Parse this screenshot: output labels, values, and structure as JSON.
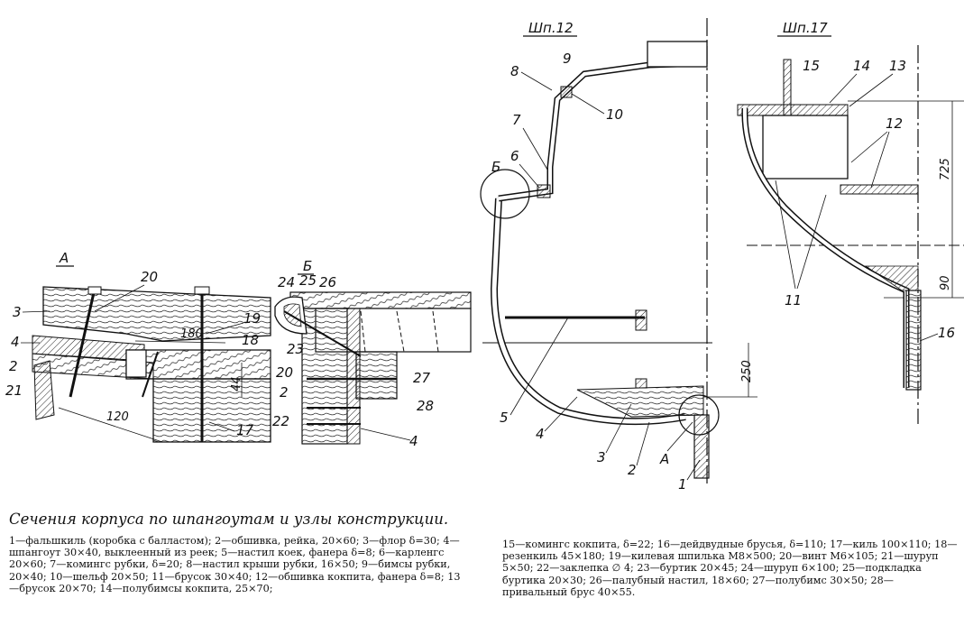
{
  "headings": {
    "section_a": "А",
    "section_b": "Б",
    "frame_12": "Шп.12",
    "frame_17": "Шп.17"
  },
  "detail_labels": {
    "a": "А",
    "b": "Б"
  },
  "part_numbers": {
    "n1": "1",
    "n2": "2",
    "n3": "3",
    "n4": "4",
    "n5": "5",
    "n6": "6",
    "n7": "7",
    "n8": "8",
    "n9": "9",
    "n10": "10",
    "n11": "11",
    "n12": "12",
    "n13": "13",
    "n14": "14",
    "n15": "15",
    "n16": "16",
    "n17": "17",
    "n18": "18",
    "n19": "19",
    "n20": "20",
    "n21": "21",
    "n22": "22",
    "n23": "23",
    "n24": "24",
    "n25": "25",
    "n26": "26",
    "n27": "27",
    "n28": "28"
  },
  "dimensions": {
    "d180": "180",
    "d120": "120",
    "d44": "44",
    "d250": "250",
    "d725": "725",
    "d90": "90"
  },
  "caption": {
    "title": "Сечения корпуса по шпангоутам и узлы конструкции.",
    "legend_left": "1—фальшкиль (коробка с балластом); 2—обшивка, рейка, 20×60; 3—флор δ=30; 4—шпангоут 30×40, выклеенный из реек; 5—настил коек, фанера δ=8; 6—карленгс 20×60; 7—комингс рубки, δ=20; 8—настил крыши рубки, 16×50; 9—бимсы рубки, 20×40; 10—шельф 20×50; 11—брусок 30×40; 12—обшивка кокпита, фанера δ=8; 13—брусок 20×70; 14—полубимсы кокпита, 25×70;",
    "legend_right": "15—комингс кокпита, δ=22; 16—дейдвудные брусья, δ=110; 17—киль 100×110; 18—резенкиль 45×180; 19—килевая шпилька М8×500; 20—винт М6×105; 21—шуруп 5×50; 22—заклепка ∅ 4; 23—буртик 20×45; 24—шуруп 6×100; 25—подкладка буртика 20×30; 26—палубный настил, 18×60; 27—полубимс 30×50; 28—привальный брус 40×55."
  }
}
